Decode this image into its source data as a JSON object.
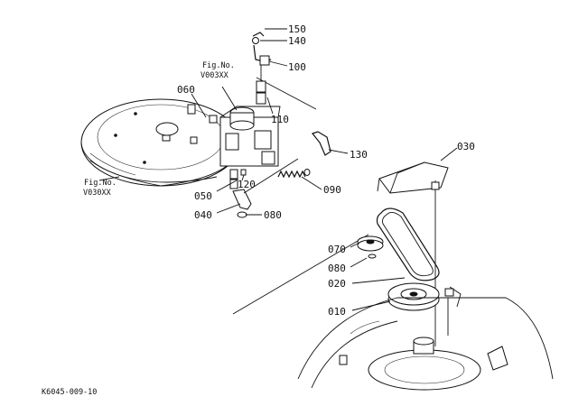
{
  "callouts": {
    "p150": "150",
    "p140": "140",
    "p100": "100",
    "p060": "060",
    "p110": "110",
    "p130": "130",
    "p030": "030",
    "p090": "090",
    "p120": "120",
    "p050": "050",
    "p040": "040",
    "p080a": "080",
    "p070": "070",
    "p080b": "080",
    "p020": "020",
    "p010": "010"
  },
  "figrefs": {
    "v003_line1": "Fig.No.",
    "v003_line2": "V003XX",
    "v030_line1": "Fig.No.",
    "v030_line2": "V030XX"
  },
  "footer": {
    "code": "K6045-009-10"
  }
}
